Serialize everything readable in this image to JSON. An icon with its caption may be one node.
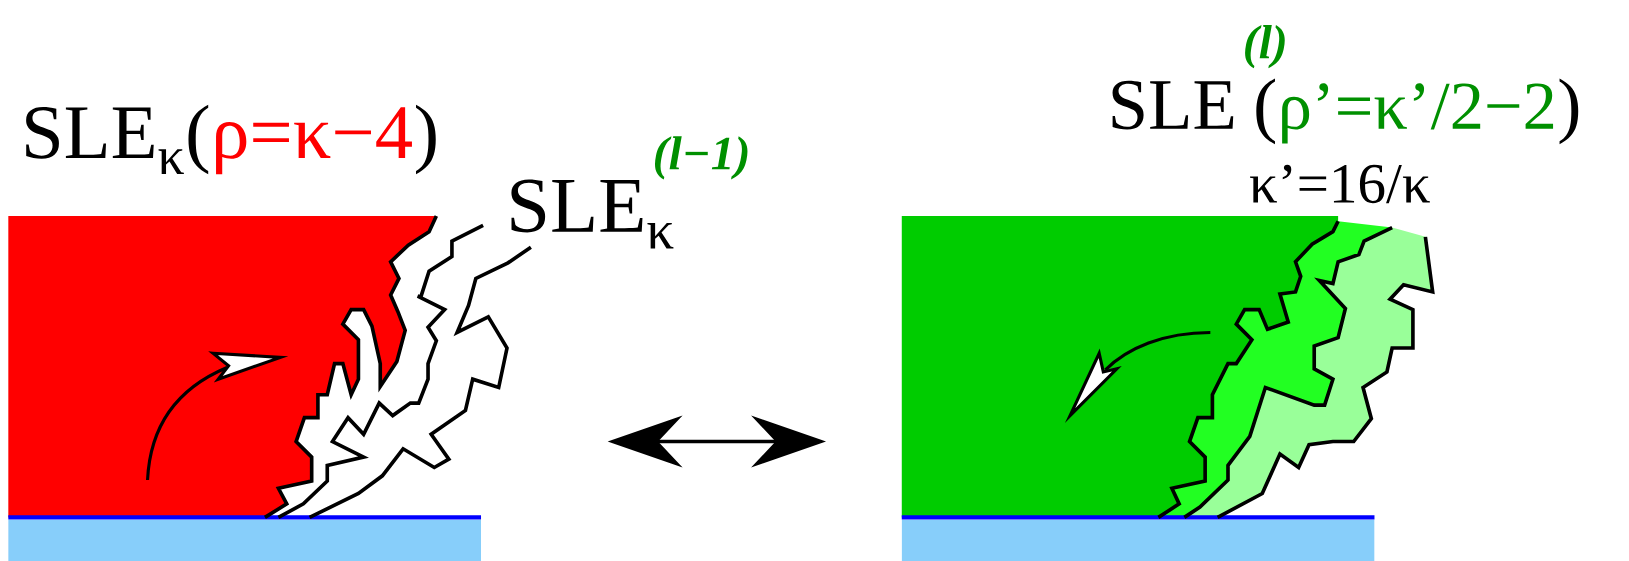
{
  "diagram": {
    "nodes": [
      {
        "text": [],
        "shape": "picture"
      },
      {
        "text": [],
        "shape": "picture"
      }
    ],
    "edges": [
      {
        "from": 0,
        "to": 1,
        "arrow": "both"
      }
    ],
    "labels": [
      "SLE$_{κ}$(",
      "ρ=κ−4",
      ")",
      "SLE$_{κ}$",
      "(l−1)",
      "SLE",
      "(l)",
      "(",
      "ρ’=κ’/2−2",
      ")",
      "κ’=16/κ"
    ]
  }
}
